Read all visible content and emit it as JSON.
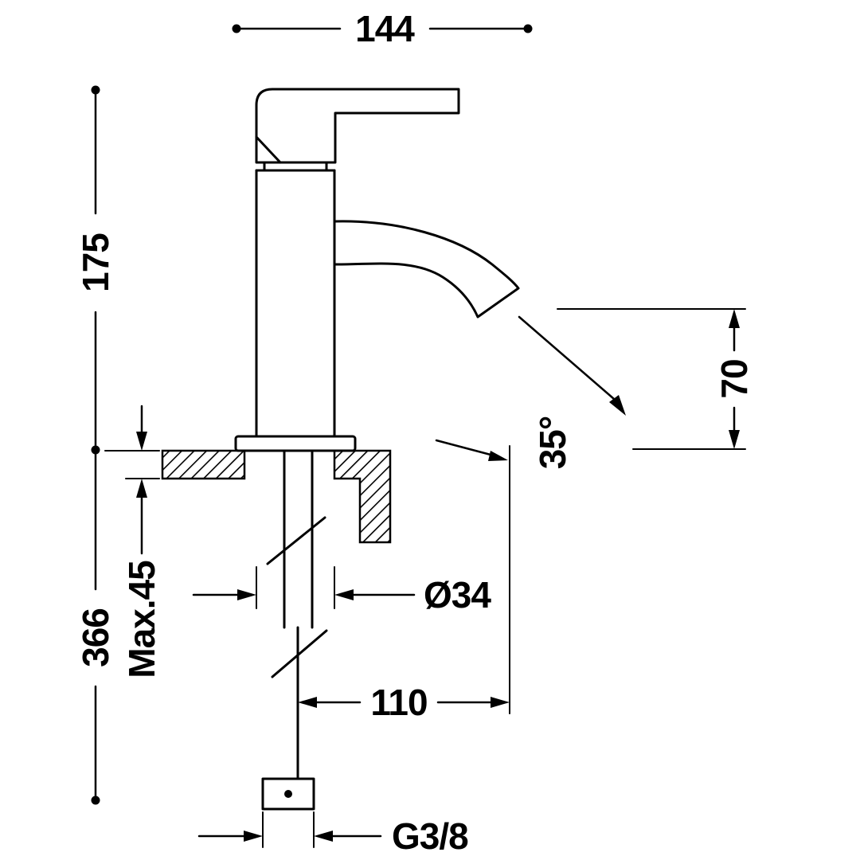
{
  "window": {
    "background_color": "#ffffff",
    "ink_color": "#000000"
  },
  "diagram": {
    "type": "technical-dimension-drawing",
    "subject": "single-lever basin mixer faucet, side elevation with installation dimensions",
    "labels": {
      "overall_depth": "144",
      "deck_to_top_height": "175",
      "overall_height": "366",
      "max_deck_thickness": "Max.45",
      "body_diameter": "Ø34",
      "spout_reach": "110",
      "spout_outlet_height": "70",
      "spout_angle": "35°",
      "inlet_thread": "G3/8"
    }
  }
}
